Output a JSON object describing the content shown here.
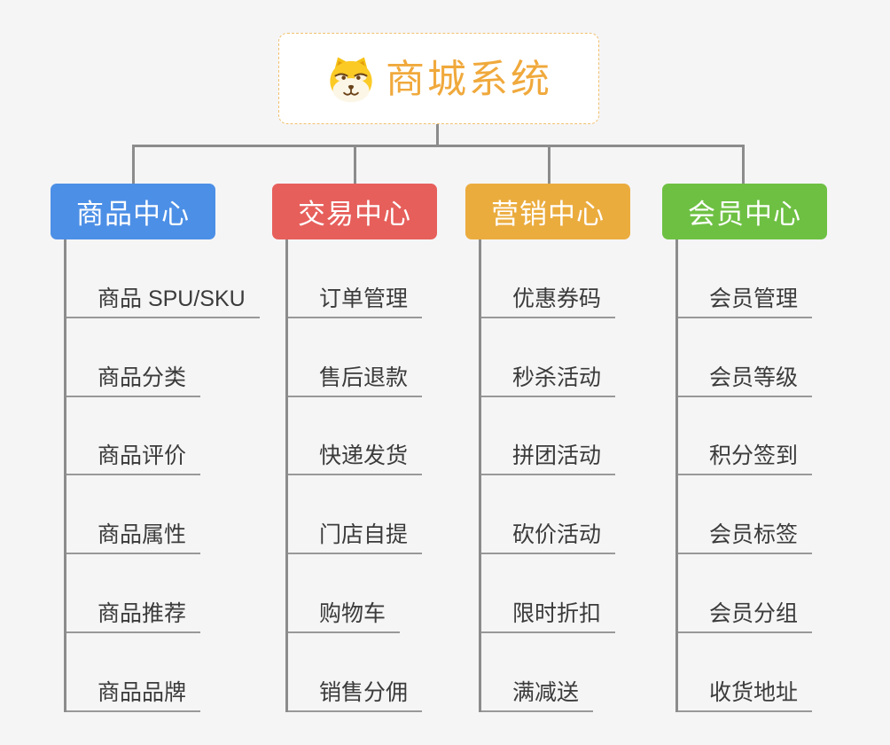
{
  "canvas": {
    "background": "#F5F5F6",
    "connector_color": "#8C8C8C",
    "underline_color": "#999999",
    "item_text_color": "#3B3B3B"
  },
  "root": {
    "title": "商城系统",
    "icon": "shiba-dog-icon",
    "text_color": "#F0A93C",
    "border_color": "#F0C06E",
    "background": "#FFFFFF"
  },
  "branches": [
    {
      "label": "商品中心",
      "color": "#4C8FE6",
      "children": [
        "商品 SPU/SKU",
        "商品分类",
        "商品评价",
        "商品属性",
        "商品推荐",
        "商品品牌"
      ]
    },
    {
      "label": "交易中心",
      "color": "#E65F5B",
      "children": [
        "订单管理",
        "售后退款",
        "快递发货",
        "门店自提",
        "购物车",
        "销售分佣"
      ]
    },
    {
      "label": "营销中心",
      "color": "#EBAC3E",
      "children": [
        "优惠券码",
        "秒杀活动",
        "拼团活动",
        "砍价活动",
        "限时折扣",
        "满减送"
      ]
    },
    {
      "label": "会员中心",
      "color": "#6EC043",
      "children": [
        "会员管理",
        "会员等级",
        "积分签到",
        "会员标签",
        "会员分组",
        "收货地址"
      ]
    }
  ]
}
